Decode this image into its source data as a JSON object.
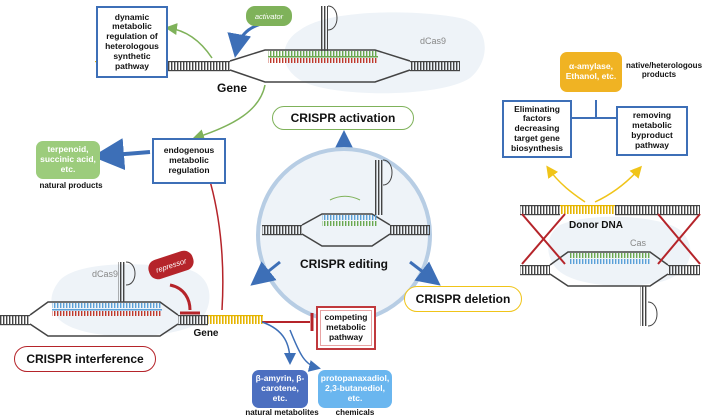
{
  "boxes": {
    "dynamic_regulation": "dynamic metabolic regulation of heterologous synthetic pathway",
    "endogenous_regulation": "endogenous metabolic regulation",
    "eliminating_factors": "Eliminating factors decreasing target gene biosynthesis",
    "removing_byproduct": "removing metabolic byproduct pathway",
    "competing_pathway": "competing metabolic pathway"
  },
  "pills": {
    "activation": "CRISPR activation",
    "interference": "CRISPR interference",
    "deletion": "CRISPR deletion",
    "editing": "CRISPR editing"
  },
  "products": {
    "terpenoid": "terpenoid, succinic acid, etc.",
    "amylase": "α-amylase, Ethanol, etc.",
    "amyrin": "β-amyrin, β-carotene, etc.",
    "protopanaxadiol": "protopanaxadiol, 2,3-butanediol, etc."
  },
  "labels": {
    "gene_top": "Gene",
    "gene_bottom": "Gene",
    "dcas9_top": "dCas9",
    "dcas9_bottom": "dCas9",
    "cas": "Cas",
    "donor_dna": "Donor DNA",
    "activator": "activator",
    "repressor": "repressor",
    "natural_products": "natural products",
    "native_products": "native/heterologous products",
    "natural_metabolites": "natural metabolites",
    "chemicals": "chemicals"
  },
  "colors": {
    "blue": "#3d6fb7",
    "red": "#b5242a",
    "green": "#7fb25a",
    "yellow": "#f0c419",
    "activator_green": "#7fb25a",
    "repressor_red": "#b5242a",
    "product_green": "#9ccc7c",
    "product_yellow": "#f0b323",
    "product_navy": "#4c6fc0",
    "product_sky": "#6ab6ef"
  }
}
